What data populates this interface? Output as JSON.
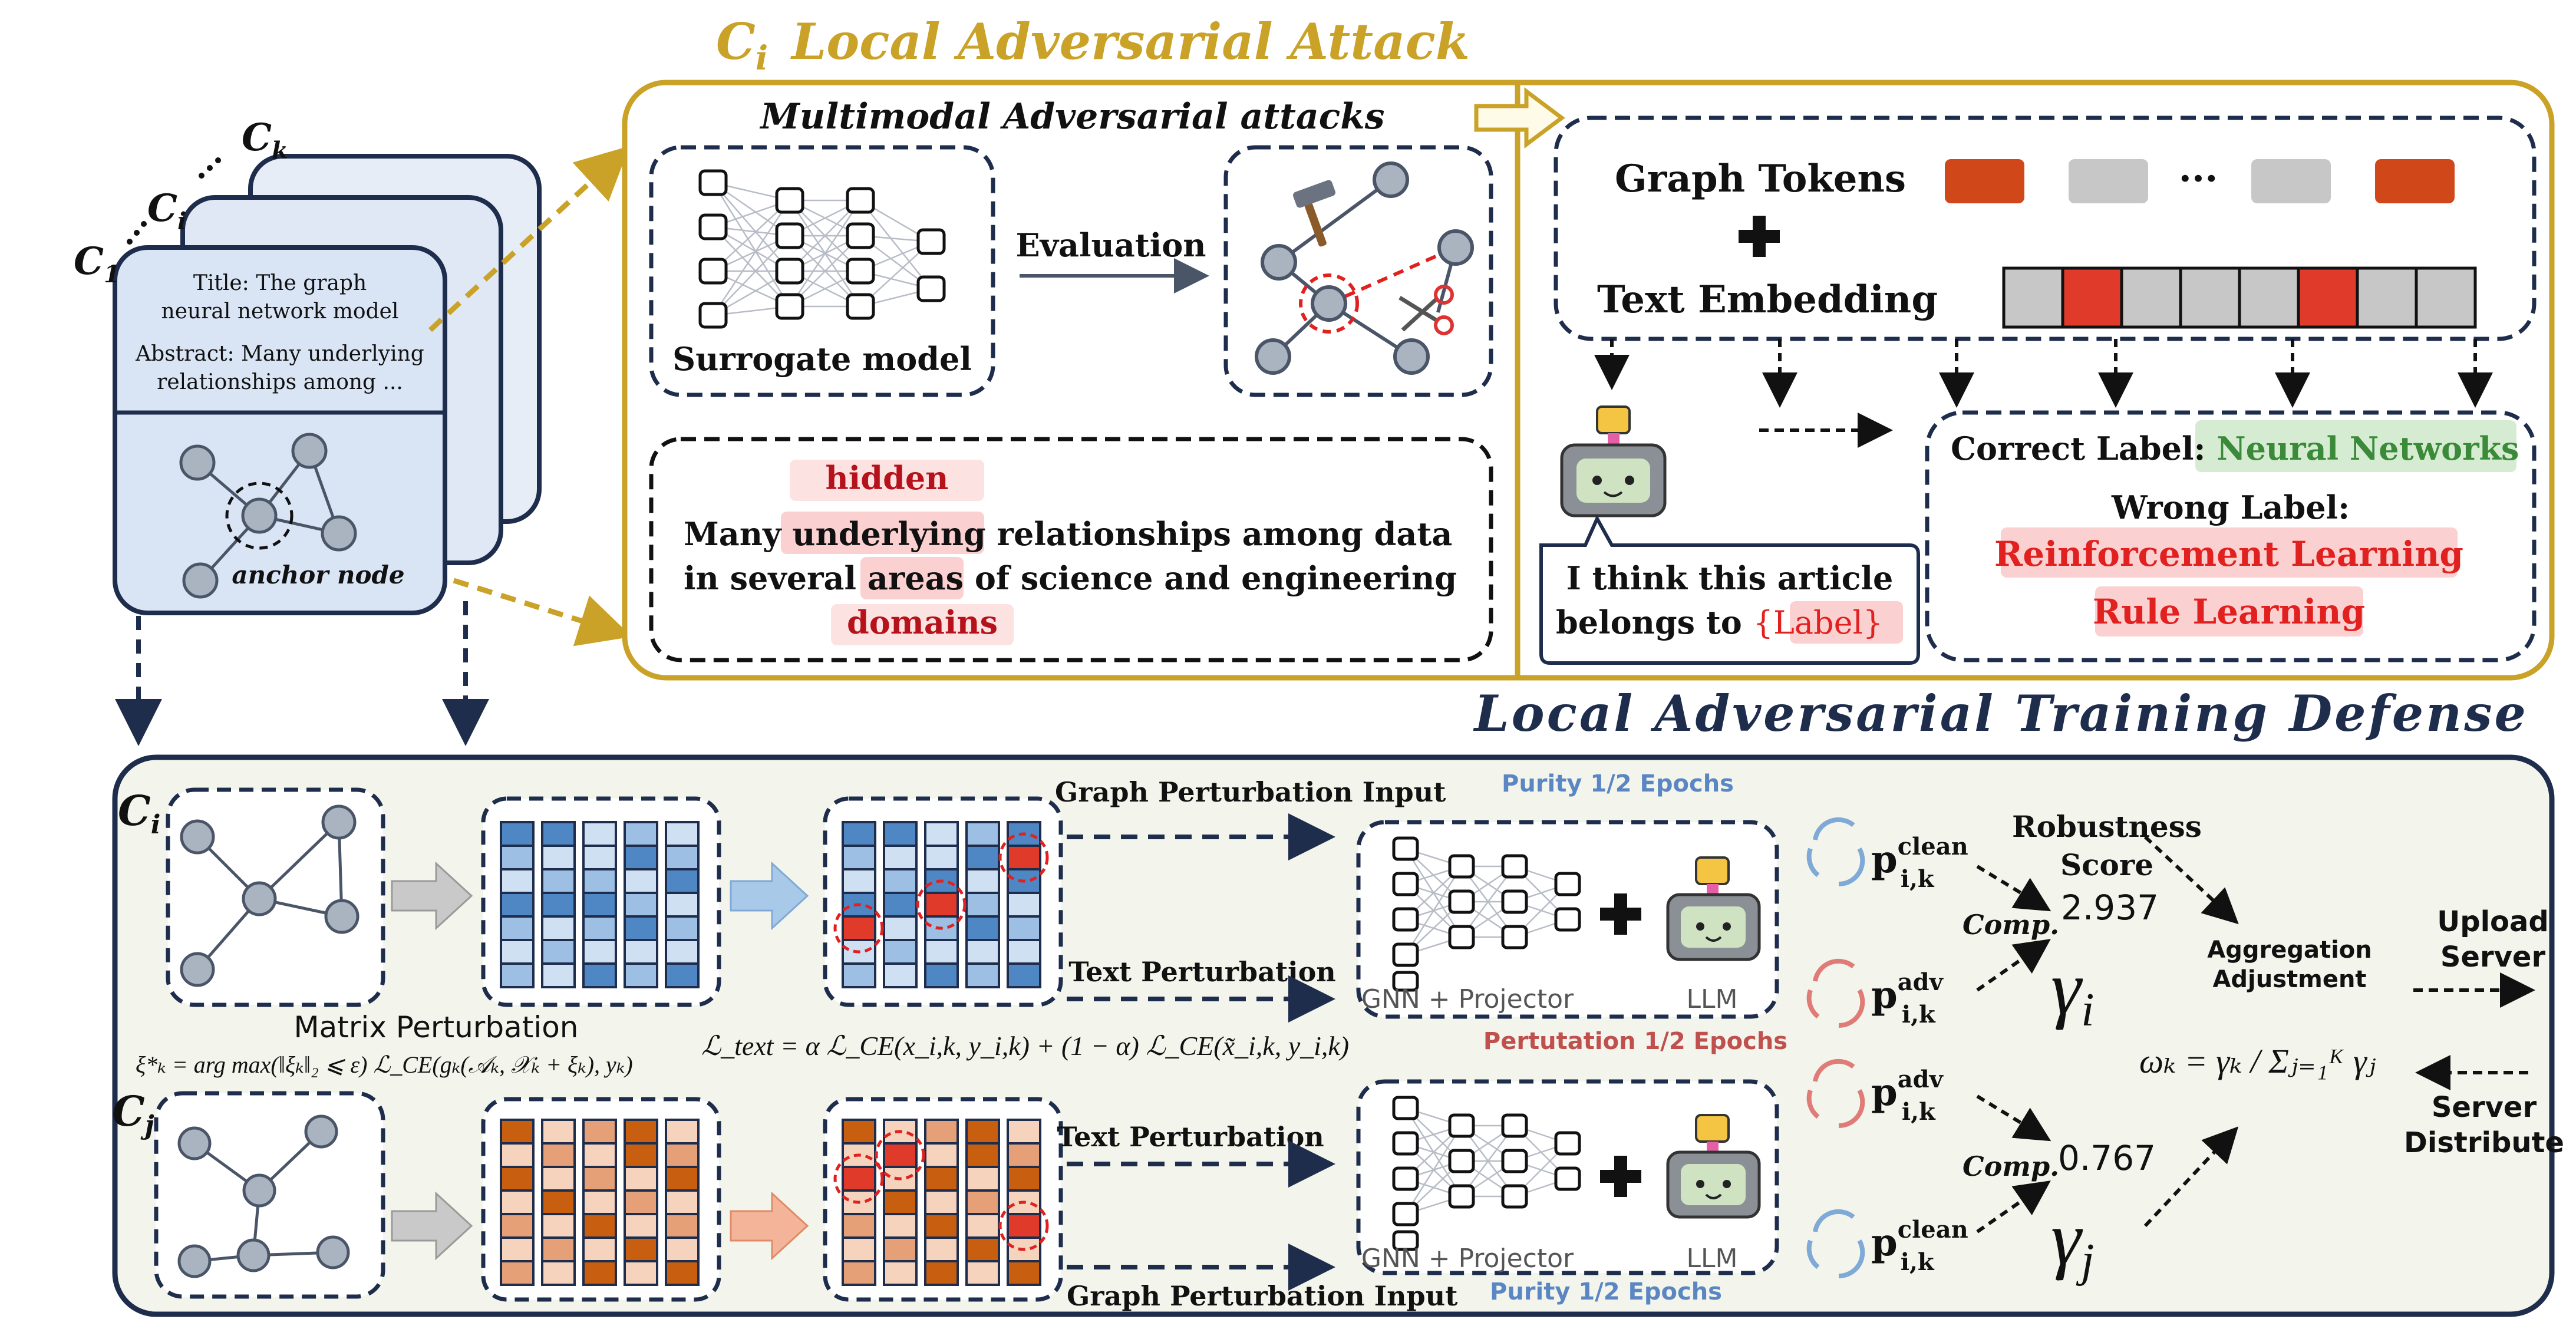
{
  "colors": {
    "gold": "#c9a227",
    "navy": "#1f2d4d",
    "panel_fill": "#f3f5ec",
    "card_fill": "#dce6f4",
    "blue_cell": "#4f87c4",
    "orange_cell": "#c85f10",
    "red_cell": "#e03a2a",
    "green_text": "#3a8a3a",
    "red_text": "#e0211f",
    "dark_red_text": "#b5121b",
    "purity_blue": "#5b86c4",
    "perturb_red": "#c0504d"
  },
  "header": {
    "client_symbol": "C",
    "client_subscript": "i",
    "title": "Local Adversarial Attack"
  },
  "client_stack": {
    "labels": [
      {
        "letter": "C",
        "sub": "k"
      },
      {
        "letter": "C",
        "sub": "i"
      },
      {
        "letter": "C",
        "sub": "1"
      }
    ],
    "back_title": "Title: ...",
    "title_line1": "Title: The graph",
    "title_line2": "neural network model",
    "abstract_line1": "Abstract: Many underlying",
    "abstract_line2": "relationships among  ...",
    "anchor_label": "anchor node"
  },
  "attack": {
    "section_title": "Multimodal Adversarial attacks",
    "surrogate_label": "Surrogate model",
    "evaluation_label": "Evaluation",
    "text_box": {
      "replacement_1": "hidden",
      "line1_before": "Many ",
      "line1_highlight": "underlying",
      "line1_after": " relationships among data",
      "line2_before": "in several ",
      "line2_highlight": "areas",
      "line2_after": " of science and engineering",
      "replacement_2": "domains"
    },
    "graph_tokens_label": "Graph Tokens",
    "ellipsis": "···",
    "text_embedding_label": "Text Embedding",
    "robot_speech_line1": "I think this article",
    "robot_speech_line2_before": "belongs to ",
    "robot_speech_line2_highlight": "{Label}",
    "correct_label_prefix": "Correct Label",
    "correct_label_value": "Neural Networks",
    "wrong_label_prefix": "Wrong Label",
    "wrong_labels": [
      "Reinforcement Learning",
      "Rule Learning"
    ]
  },
  "defense": {
    "title": "Local Adversarial Training Defense",
    "ci": {
      "letter": "C",
      "sub": "i"
    },
    "cj": {
      "letter": "C",
      "sub": "j"
    },
    "matrix_perturbation": "Matrix Perturbation",
    "graph_perturbation_input": "Graph Perturbation Input",
    "text_perturbation": "Text Perturbation",
    "purity_label": "Purity 1/2 Epochs",
    "perturbation_epochs_label": "Pertutation 1/2 Epochs",
    "gnn_label": "GNN + Projector",
    "llm_label": "LLM",
    "p_clean_sup": "clean",
    "p_adv_sup": "adv",
    "p_sub": "i,k",
    "comp_label": "Comp.",
    "robustness_line1": "Robustness",
    "robustness_line2": "Score",
    "score_i": "2.937",
    "score_j": "0.767",
    "gamma_i": "γ",
    "gamma_i_sub": "i",
    "gamma_j": "γ",
    "gamma_j_sub": "j",
    "aggregation_line1": "Aggregation",
    "aggregation_line2": "Adjustment",
    "upload_line1": "Upload",
    "upload_line2": "Server",
    "server_line1": "Server",
    "server_line2": "Distribute",
    "formula_xi": "ξ*ₖ = arg max(‖ξₖ‖₂ ⩽ ε) ℒ_CE(gₖ(𝒜ₖ, 𝒳ₖ + ξₖ), yₖ)",
    "formula_text": "ℒ_text = α ℒ_CE(x_i,k, y_i,k) + (1 − α) ℒ_CE(x̃_i,k, y_i,k)",
    "formula_omega": "ωₖ = γₖ / Σⱼ₌₁ᴷ γⱼ"
  }
}
